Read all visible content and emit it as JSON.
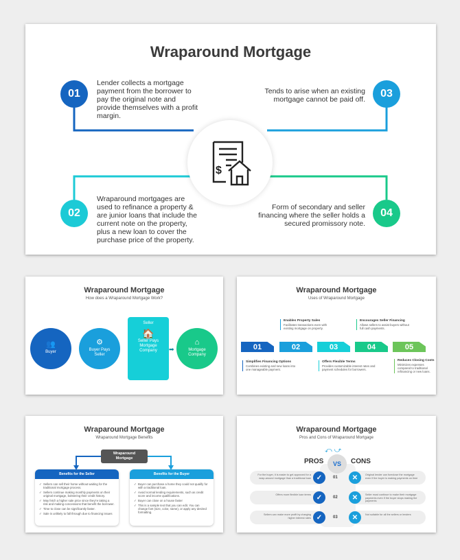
{
  "slide1": {
    "title": "Wraparound Mortgage",
    "icon": "document-dollar-house-icon",
    "points": [
      {
        "num": "01",
        "text": "Lender collects a mortgage payment from the borrower to pay the original note and provide themselves with a profit margin.",
        "color": "#1565c0"
      },
      {
        "num": "02",
        "text": "Wraparound mortgages are used to refinance a property & are junior loans that include the current note on the property, plus a new loan to cover the purchase price of the property.",
        "color": "#1ccad6"
      },
      {
        "num": "03",
        "text": "Tends to arise when an existing mortgage cannot be paid off.",
        "color": "#1a9fdc"
      },
      {
        "num": "04",
        "text": "Form of secondary and seller financing where the seller holds a secured promissory note.",
        "color": "#19c98a"
      }
    ]
  },
  "slide2": {
    "title": "Wraparound Mortgage",
    "subtitle": "How does a Wraparound Mortgage Work?",
    "steps": [
      {
        "label": "Buyer",
        "color": "#1565c0",
        "icon": "buyer-icon"
      },
      {
        "label": "Buyer Pays Seller",
        "color": "#1a9fdc",
        "icon": "payment-icon"
      },
      {
        "top": "Seller",
        "label": "Seller Pays Mortgage Company",
        "color": "#16cfd8",
        "icon": "house-sale-icon"
      },
      {
        "label": "Mortgage Company",
        "color": "#19c98a",
        "icon": "mortgage-house-icon"
      }
    ]
  },
  "slide3": {
    "title": "Wraparound Mortgage",
    "subtitle": "Uses of Wraparound Mortgage",
    "tags": [
      {
        "num": "01",
        "color": "#1565c0"
      },
      {
        "num": "02",
        "color": "#1a9fdc"
      },
      {
        "num": "03",
        "color": "#16cfd8"
      },
      {
        "num": "04",
        "color": "#19c98a"
      },
      {
        "num": "05",
        "color": "#6cc55a"
      }
    ],
    "uses": [
      {
        "title": "Simplifies Financing Options",
        "text": "Combines existing and new loans into one manageable payment."
      },
      {
        "title": "Enables Property Sales",
        "text": "Facilitates transactions even with existing mortgage on property."
      },
      {
        "title": "Offers Flexible Terms",
        "text": "Provides customizable interest rates and payment schedules for borrowers."
      },
      {
        "title": "Encourages Seller Financing",
        "text": "Allows sellers to assist buyers without full cash payments."
      },
      {
        "title": "Reduces Closing Costs",
        "text": "Minimizes expenses compared to traditional refinancing or new loans."
      }
    ]
  },
  "slide4": {
    "title": "Wraparound Mortgage",
    "subtitle": "Wraparound Mortgage Benefits",
    "center": "Wraparound Mortgage",
    "seller": {
      "heading": "Benefits for the Seller",
      "items": [
        "Sellers can sell their home without waiting for the traditional mortgage process.",
        "Sellers continue making monthly payments on their original mortgage, bolstering their credit history.",
        "May fetch a higher sale price since they're taking a risk and making concessions that benefit the borrower.",
        "Time to close can be significantly faster.",
        "Sale is unlikely to fall through due to financing issues"
      ]
    },
    "buyer": {
      "heading": "Benefits for the Buyer",
      "items": [
        "Buyer can purchase a home they could not qualify for with a traditional loan.",
        "Avoid normal lending requirements, such as credit score and income qualifications.",
        "Buyer can close on a house faster",
        "This is a sample text that you can edit. You can change font (size, color, name), or apply any desired formatting."
      ]
    }
  },
  "slide5": {
    "title": "Wraparound Mortgage",
    "subtitle": "Pros and Cons of Wraparound Mortgage",
    "pros": "PROS",
    "vs": "VS",
    "cons": "CONS",
    "rows": [
      {
        "num": "01",
        "pro": "For the buyer, it is easier to get approved for a wrap-around mortgage than a traditional loan",
        "con": "Original lender can foreclose the mortgage even if the buyer is making payments on time"
      },
      {
        "num": "02",
        "pro": "Offers more flexible loan terms",
        "con": "Seller must continue to make their mortgage payments even if the buyer stops making the payments"
      },
      {
        "num": "03",
        "pro": "Sellers can make more profit by charging higher interest rates",
        "con": "Not suitable for all the sellers or lenders"
      }
    ]
  }
}
